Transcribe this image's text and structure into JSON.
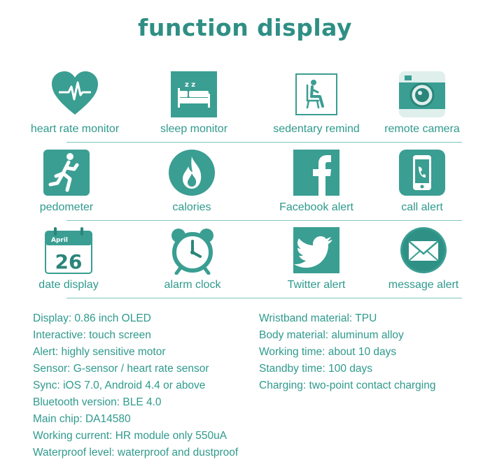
{
  "title": "function display",
  "rows": [
    [
      {
        "label": "heart rate monitor",
        "icon": "heart-icon"
      },
      {
        "label": "sleep monitor",
        "icon": "bed-icon"
      },
      {
        "label": "sedentary remind",
        "icon": "sitting-person-icon"
      },
      {
        "label": "remote camera",
        "icon": "camera-icon"
      }
    ],
    [
      {
        "label": "pedometer",
        "icon": "runner-icon"
      },
      {
        "label": "calories",
        "icon": "flame-icon"
      },
      {
        "label": "Facebook alert",
        "icon": "facebook-icon"
      },
      {
        "label": "call alert",
        "icon": "phone-icon"
      }
    ],
    [
      {
        "label": "date display",
        "icon": "calendar-icon",
        "month": "April",
        "day": "26"
      },
      {
        "label": "alarm clock",
        "icon": "alarm-clock-icon"
      },
      {
        "label": "Twitter alert",
        "icon": "twitter-icon"
      },
      {
        "label": "message alert",
        "icon": "envelope-icon"
      }
    ]
  ],
  "specs_left": [
    "Display: 0.86 inch OLED",
    "Interactive: touch screen",
    "Alert: highly sensitive motor",
    "Sensor: G-sensor / heart rate sensor",
    "Sync: iOS 7.0, Android 4.4 or above",
    "Bluetooth version: BLE 4.0",
    "Main chip: DA14580",
    "Working current: HR module only 550uA",
    "Waterproof level: waterproof and dustproof"
  ],
  "specs_right": [
    "Wristband material: TPU",
    "Body material: aluminum alloy",
    "Working time: about 10 days",
    "Standby time: 100 days",
    "Charging: two-point contact charging"
  ],
  "colors": {
    "accent": "#2f9a8d",
    "icon": "#3a9e92",
    "icon_dark": "#2b857a",
    "line": "#7fc5bd"
  }
}
